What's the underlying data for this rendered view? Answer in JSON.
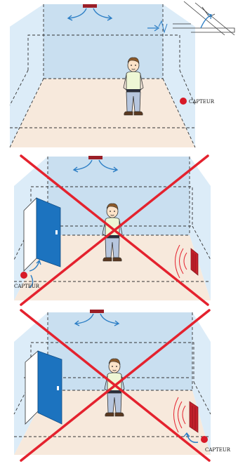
{
  "panels": [
    {
      "id": "correct",
      "sensor_label": "CAPTEUR",
      "crossed": false
    },
    {
      "id": "wrong-door",
      "sensor_label": "CAPTEUR",
      "crossed": true
    },
    {
      "id": "wrong-radiator",
      "sensor_label": "CAPTEUR",
      "crossed": true
    }
  ],
  "colors": {
    "wall": "#dcecf8",
    "wall_dark": "#c2dcef",
    "floor": "#f7e9dc",
    "cross": "#e4222e",
    "sensor": "#d71a28",
    "arrow": "#2c7ec5",
    "door": "#1c73bf",
    "radiator": "#c4212c",
    "vent": "#9b1f27"
  },
  "icons": [
    "person-icon",
    "air-vent-icon",
    "air-flow-arrow-icon",
    "door-icon",
    "radiator-icon",
    "heat-wave-icon",
    "sensor-dot-icon",
    "cross-out-icon"
  ]
}
